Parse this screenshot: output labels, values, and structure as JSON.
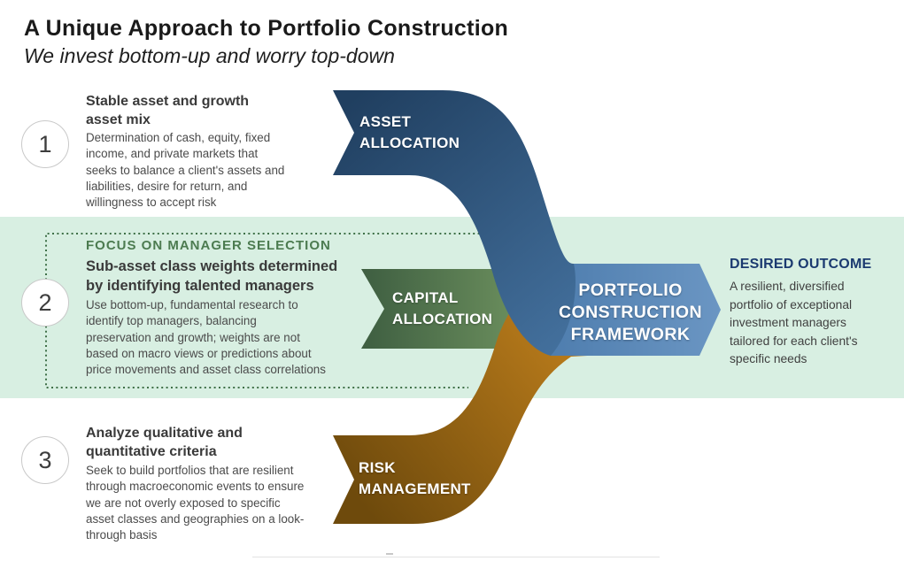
{
  "header": {
    "title": "A Unique Approach to Portfolio Construction",
    "subtitle": "We invest bottom-up and worry top-down"
  },
  "steps": [
    {
      "number": "1",
      "heading_lines": [
        "Stable asset and growth",
        "asset mix"
      ],
      "body_lines": [
        "Determination of cash, equity, fixed",
        "income, and private markets that",
        "seeks to balance a client's assets and",
        "liabilities, desire for return, and",
        "willingness to accept risk"
      ]
    },
    {
      "number": "2",
      "kicker": "FOCUS ON MANAGER SELECTION",
      "heading_lines": [
        "Sub-asset class weights determined",
        "by identifying talented managers"
      ],
      "body_lines": [
        "Use bottom-up, fundamental research to",
        "identify top managers, balancing",
        "preservation and growth; weights are not",
        "based on macro views or predictions about",
        "price movements and asset class correlations"
      ]
    },
    {
      "number": "3",
      "heading_lines": [
        "Analyze qualitative and",
        "quantitative criteria"
      ],
      "body_lines": [
        "Seek to build portfolios that are resilient",
        "through macroeconomic events to ensure",
        "we are not overly exposed to specific",
        "asset classes and geographies on a look-",
        "through basis"
      ]
    }
  ],
  "ribbons": {
    "asset": {
      "label_lines": [
        "ASSET",
        "ALLOCATION"
      ]
    },
    "capital": {
      "label_lines": [
        "CAPITAL",
        "ALLOCATION"
      ]
    },
    "risk": {
      "label_lines": [
        "RISK",
        "MANAGEMENT"
      ]
    },
    "framework": {
      "label_lines": [
        "PORTFOLIO",
        "CONSTRUCTION",
        "FRAMEWORK"
      ]
    }
  },
  "outcome": {
    "title": "DESIRED OUTCOME",
    "body_lines": [
      "A resilient, diversified",
      "portfolio of exceptional",
      "investment managers",
      "tailored for each client's",
      "specific needs"
    ]
  },
  "colors": {
    "mint_band": "#d8efe2",
    "dotted_border": "#3f7048",
    "blue_dark": "#203f60",
    "blue_mid": "#44719e",
    "arrow_left": "#4e7dae",
    "arrow_right": "#6b96c3",
    "green_dark": "#3e5e41",
    "green_light": "#7ba067",
    "orange_dark": "#6e4a0c",
    "orange_light": "#c8851e",
    "kicker_green": "#4c7b50",
    "outcome_navy": "#1b3a70"
  }
}
